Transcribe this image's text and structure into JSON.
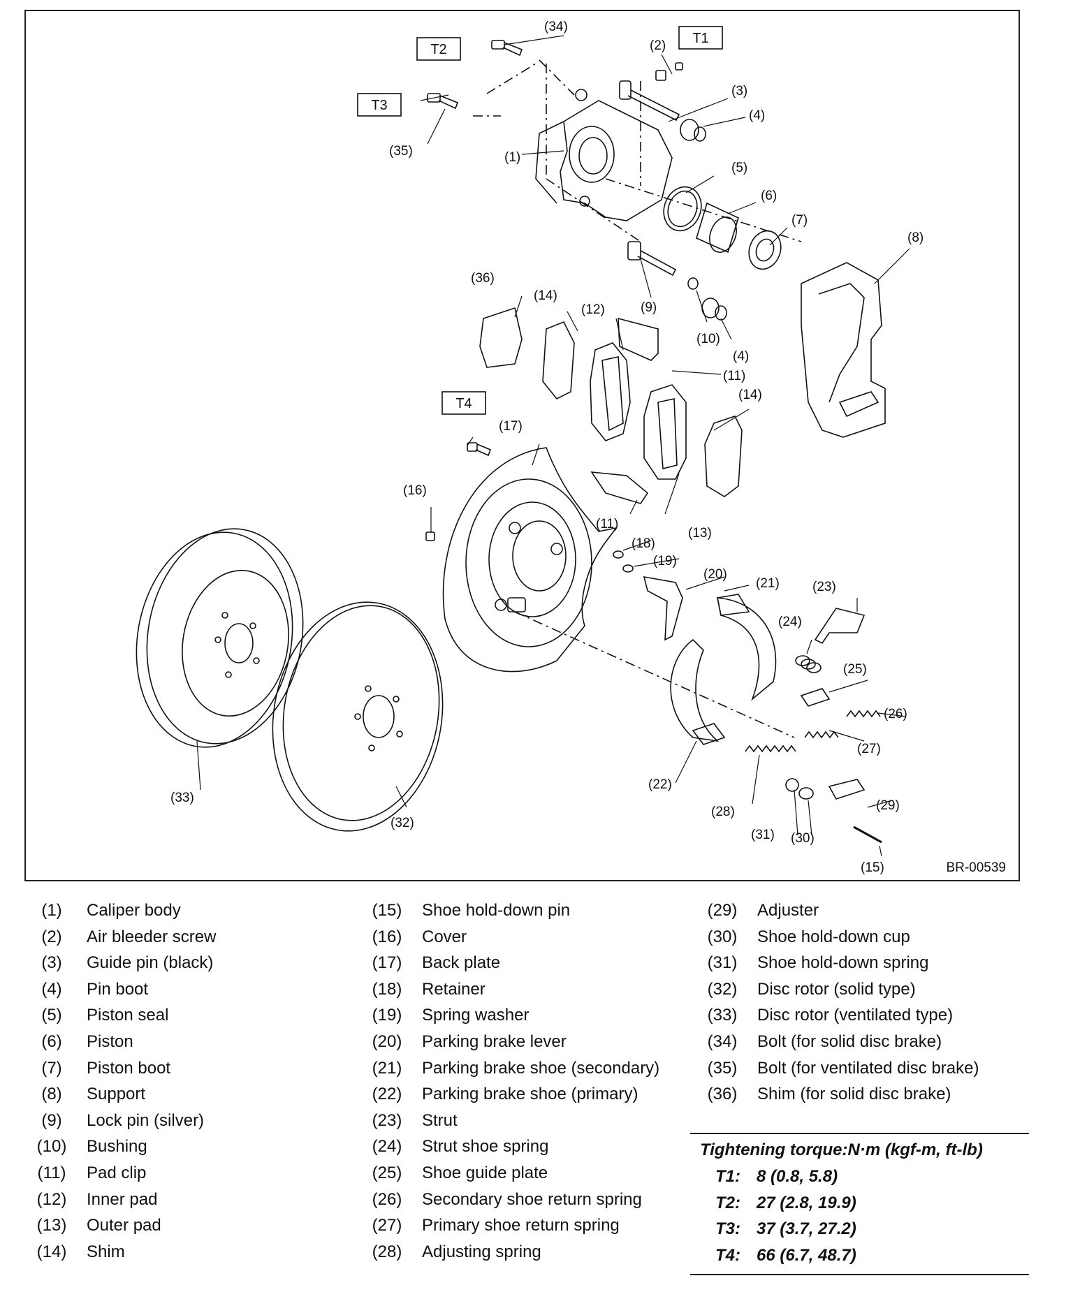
{
  "figure_id": "BR-00539",
  "torque_callouts": [
    "T1",
    "T2",
    "T3",
    "T4"
  ],
  "part_callouts": [
    "(1)",
    "(2)",
    "(3)",
    "(4)",
    "(5)",
    "(6)",
    "(7)",
    "(8)",
    "(9)",
    "(10)",
    "(4)",
    "(11)",
    "(12)",
    "(13)",
    "(14)",
    "(14)",
    "(36)",
    "(11)",
    "(15)",
    "(16)",
    "(17)",
    "(18)",
    "(19)",
    "(20)",
    "(21)",
    "(22)",
    "(23)",
    "(24)",
    "(25)",
    "(26)",
    "(27)",
    "(28)",
    "(29)",
    "(30)",
    "(31)",
    "(32)",
    "(33)",
    "(34)",
    "(35)"
  ],
  "legend": {
    "col1": [
      {
        "num": "(1)",
        "name": "Caliper body"
      },
      {
        "num": "(2)",
        "name": "Air bleeder screw"
      },
      {
        "num": "(3)",
        "name": "Guide pin (black)"
      },
      {
        "num": "(4)",
        "name": "Pin boot"
      },
      {
        "num": "(5)",
        "name": "Piston seal"
      },
      {
        "num": "(6)",
        "name": "Piston"
      },
      {
        "num": "(7)",
        "name": "Piston boot"
      },
      {
        "num": "(8)",
        "name": "Support"
      },
      {
        "num": "(9)",
        "name": "Lock pin (silver)"
      },
      {
        "num": "(10)",
        "name": "Bushing"
      },
      {
        "num": "(11)",
        "name": "Pad clip"
      },
      {
        "num": "(12)",
        "name": "Inner pad"
      },
      {
        "num": "(13)",
        "name": "Outer pad"
      },
      {
        "num": "(14)",
        "name": "Shim"
      }
    ],
    "col2": [
      {
        "num": "(15)",
        "name": "Shoe hold-down pin"
      },
      {
        "num": "(16)",
        "name": "Cover"
      },
      {
        "num": "(17)",
        "name": "Back plate"
      },
      {
        "num": "(18)",
        "name": "Retainer"
      },
      {
        "num": "(19)",
        "name": "Spring washer"
      },
      {
        "num": "(20)",
        "name": "Parking brake lever"
      },
      {
        "num": "(21)",
        "name": "Parking brake shoe (secondary)"
      },
      {
        "num": "(22)",
        "name": "Parking brake shoe (primary)"
      },
      {
        "num": "(23)",
        "name": "Strut"
      },
      {
        "num": "(24)",
        "name": "Strut shoe spring"
      },
      {
        "num": "(25)",
        "name": "Shoe guide plate"
      },
      {
        "num": "(26)",
        "name": "Secondary shoe return spring"
      },
      {
        "num": "(27)",
        "name": "Primary shoe return spring"
      },
      {
        "num": "(28)",
        "name": "Adjusting spring"
      }
    ],
    "col3": [
      {
        "num": "(29)",
        "name": "Adjuster"
      },
      {
        "num": "(30)",
        "name": "Shoe hold-down cup"
      },
      {
        "num": "(31)",
        "name": "Shoe hold-down spring"
      },
      {
        "num": "(32)",
        "name": "Disc rotor (solid type)"
      },
      {
        "num": "(33)",
        "name": "Disc rotor (ventilated type)"
      },
      {
        "num": "(34)",
        "name": "Bolt (for solid disc brake)"
      },
      {
        "num": "(35)",
        "name": "Bolt (for ventilated disc brake)"
      },
      {
        "num": "(36)",
        "name": "Shim (for solid disc brake)"
      }
    ]
  },
  "torque": {
    "title": "Tightening torque:N·m (kgf-m, ft-lb)",
    "rows": [
      {
        "key": "T1:",
        "value": "8 (0.8, 5.8)"
      },
      {
        "key": "T2:",
        "value": "27 (2.8, 19.9)"
      },
      {
        "key": "T3:",
        "value": "37 (3.7, 27.2)"
      },
      {
        "key": "T4:",
        "value": "66 (6.7, 48.7)"
      }
    ]
  }
}
